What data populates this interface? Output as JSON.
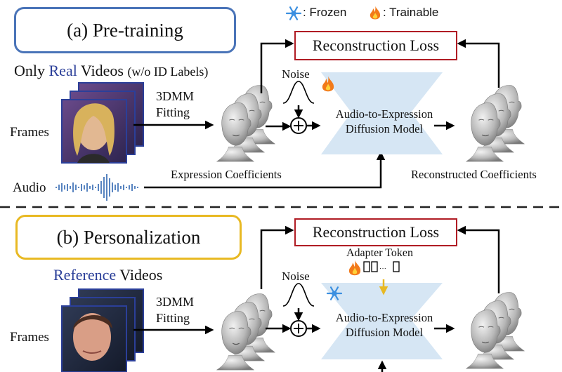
{
  "legend": {
    "frozen_label": ": Frozen",
    "trainable_label": ": Trainable"
  },
  "pretrain": {
    "title": "(a) Pre-training",
    "videos_prefix": "Only ",
    "videos_highlight": "Real",
    "videos_suffix": " Videos",
    "videos_note": "(w/o ID Labels)",
    "frames_label": "Frames",
    "audio_label": "Audio",
    "fitting_line1": "3DMM",
    "fitting_line2": "Fitting",
    "noise_label": "Noise",
    "model_line1": "Audio-to-Expression",
    "model_line2": "Diffusion Model",
    "expr_label": "Expression Coefficients",
    "recon_coef_label": "Reconstructed Coefficients",
    "loss_label": "Reconstruction Loss"
  },
  "personal": {
    "title": "(b) Personalization",
    "videos_highlight": "Reference",
    "videos_suffix": " Videos",
    "frames_label": "Frames",
    "fitting_line1": "3DMM",
    "fitting_line2": "Fitting",
    "noise_label": "Noise",
    "adapter_label": "Adapter Token",
    "model_line1": "Audio-to-Expression",
    "model_line2": "Diffusion Model",
    "loss_label": "Reconstruction Loss"
  },
  "colors": {
    "pretrain_border": "#4a74b8",
    "personal_border": "#e8b923",
    "loss_border": "#b01c24",
    "highlight_text": "#2b3f99",
    "model_fill": "#d6e6f4",
    "adapter_arrow": "#e8b923"
  }
}
